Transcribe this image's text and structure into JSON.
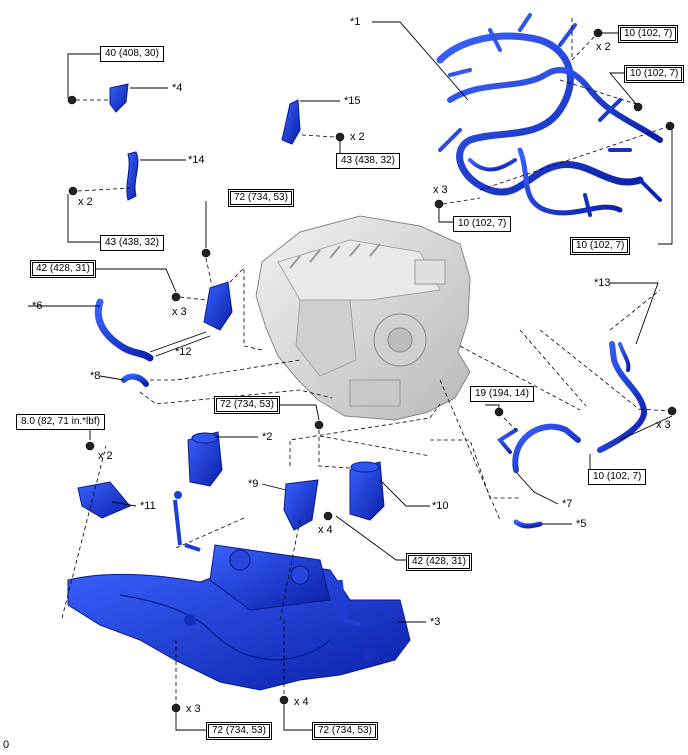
{
  "callouts": {
    "c1": "*1",
    "c2": "*2",
    "c3": "*3",
    "c4": "*4",
    "c5": "*5",
    "c6": "*6",
    "c7": "*7",
    "c8": "*8",
    "c9": "*9",
    "c10": "*10",
    "c11": "*11",
    "c12": "*12",
    "c13": "*13",
    "c14": "*14",
    "c15": "*15"
  },
  "torques": {
    "t_10a": "10 (102, 7)",
    "t_10b": "10 (102, 7)",
    "t_10c": "10 (102, 7)",
    "t_10d": "10 (102, 7)",
    "t_10e": "10 (102, 7)",
    "t_40": "40 (408, 30)",
    "t_43a": "43 (438, 32)",
    "t_43b": "43 (438, 32)",
    "t_72a": "72 (734, 53)",
    "t_72b": "72 (734, 53)",
    "t_72c": "72 (734, 53)",
    "t_72d": "72 (734, 53)",
    "t_42a": "42 (428, 31)",
    "t_42b": "42 (428, 31)",
    "t_19": "19 (194, 14)",
    "t_8": "8.0 (82, 71 in.*lbf)"
  },
  "quantities": {
    "q1": "x 2",
    "q2": "x 2",
    "q3": "x 2",
    "q4": "x 3",
    "q5": "x 3",
    "q6": "x 2",
    "q7": "x 4",
    "q8": "x 3",
    "q9": "x 3",
    "q10": "x 4"
  },
  "figure_id": "0",
  "colors": {
    "part_blue": "#1d3fd6",
    "engine_gray": "#d8d8d8",
    "line": "#000000"
  }
}
